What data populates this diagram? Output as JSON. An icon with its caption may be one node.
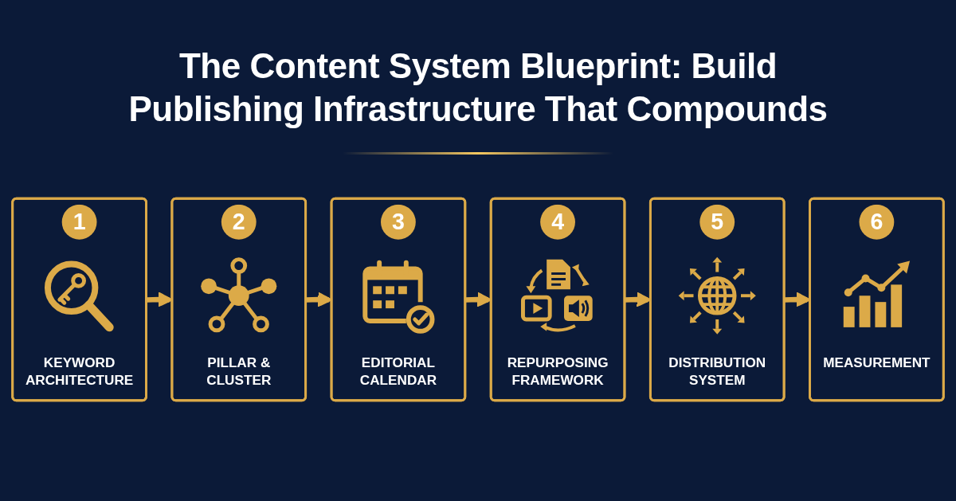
{
  "diagram": {
    "title": "The Content System Blueprint: Build Publishing Infrastructure That Compounds",
    "nodes": [
      {
        "text": [
          "1",
          "KEYWORD ARCHITECTURE"
        ]
      },
      {
        "text": [
          "2",
          "PILLAR & CLUSTER"
        ]
      },
      {
        "text": [
          "3",
          "EDITORIAL CALENDAR"
        ]
      },
      {
        "text": [
          "4",
          "REPURPOSING FRAMEWORK"
        ]
      },
      {
        "text": [
          "5",
          "DISTRIBUTION SYSTEM"
        ]
      },
      {
        "text": [
          "6",
          "MEASUREMENT"
        ]
      }
    ],
    "edges": [
      {
        "from": 0,
        "to": 1,
        "arrow": "to"
      },
      {
        "from": 1,
        "to": 2,
        "arrow": "to"
      },
      {
        "from": 2,
        "to": 3,
        "arrow": "to"
      },
      {
        "from": 3,
        "to": 4,
        "arrow": "to"
      },
      {
        "from": 4,
        "to": 5,
        "arrow": "to"
      }
    ]
  }
}
